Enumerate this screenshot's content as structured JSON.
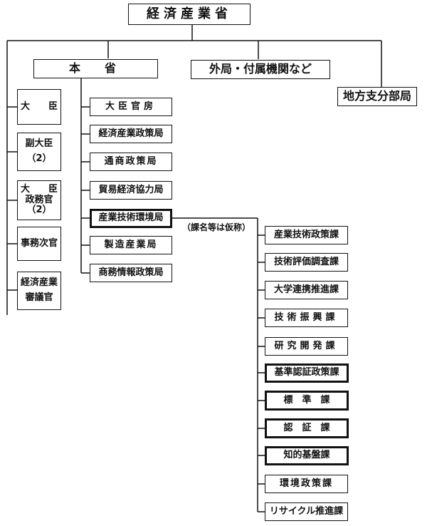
{
  "title": "経済産業省",
  "top_level": {
    "main": "本　省",
    "external": "外局・付属機関など",
    "regional": "地方支分部局"
  },
  "leadership": [
    {
      "lines": [
        "大　　臣"
      ]
    },
    {
      "lines": [
        "副大臣",
        "（2）"
      ]
    },
    {
      "lines": [
        "大　　臣",
        "政務官",
        "（2）"
      ]
    },
    {
      "lines": [
        "事務次官"
      ]
    },
    {
      "lines": [
        "経済産業",
        "審議官"
      ]
    }
  ],
  "bureaus": [
    "大臣官房",
    "経済産業政策局",
    "通商政策局",
    "貿易経済協力局",
    "産業技術環境局",
    "製造産業局",
    "商務情報政策局"
  ],
  "highlighted_bureau": "産業技術環境局",
  "division_note": "（課名等は仮称）",
  "divisions": [
    {
      "label": "産業技術政策課",
      "emphasis": false
    },
    {
      "label": "技術評価調査課",
      "emphasis": false
    },
    {
      "label": "大学連携推進課",
      "emphasis": false
    },
    {
      "label": "技術振興課",
      "emphasis": false
    },
    {
      "label": "研究開発課",
      "emphasis": false
    },
    {
      "label": "基準認証政策課",
      "emphasis": true
    },
    {
      "label": "標　準　課",
      "emphasis": true
    },
    {
      "label": "認　証　課",
      "emphasis": true
    },
    {
      "label": "知的基盤課",
      "emphasis": true
    },
    {
      "label": "環境政策課",
      "emphasis": false
    },
    {
      "label": "リサイクル推進課",
      "emphasis": false
    }
  ]
}
